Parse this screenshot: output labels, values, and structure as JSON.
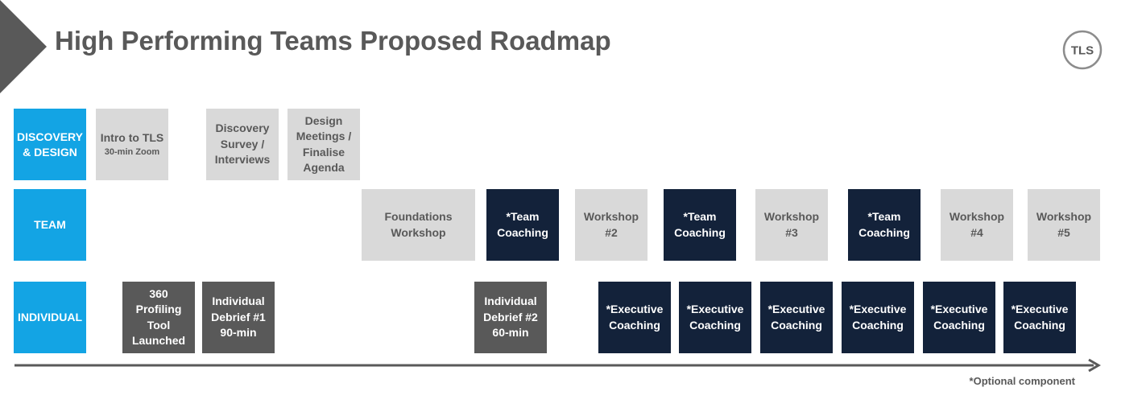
{
  "header": {
    "title": "High Performing Teams Proposed Roadmap",
    "logo_text": "TLS"
  },
  "colors": {
    "label": "#13a4e4",
    "light": "#d9d9d9",
    "navy": "#13223a",
    "dark_grey": "#595959",
    "title": "#595959"
  },
  "rows": {
    "discovery": "DISCOVERY\n& DESIGN",
    "team": "TEAM",
    "individual": "INDIVIDUAL"
  },
  "discovery": {
    "intro": "Intro to TLS",
    "intro_sub": "30-min Zoom",
    "survey": "Discovery\nSurvey /\nInterviews",
    "design": "Design\nMeetings /\nFinalise\nAgenda"
  },
  "team": {
    "foundations": "Foundations\nWorkshop",
    "coaching_1": "*Team\nCoaching",
    "workshop_2": "Workshop\n#2",
    "coaching_2": "*Team\nCoaching",
    "workshop_3": "Workshop\n#3",
    "coaching_3": "*Team\nCoaching",
    "workshop_4": "Workshop\n#4",
    "workshop_5": "Workshop\n#5"
  },
  "individual": {
    "profiling": "360\nProfiling\nTool\nLaunched",
    "debrief_1": "Individual\nDebrief #1\n90-min",
    "debrief_2": "Individual\nDebrief #2\n60-min",
    "exec_1": "*Executive\nCoaching",
    "exec_2": "*Executive\nCoaching",
    "exec_3": "*Executive\nCoaching",
    "exec_4": "*Executive\nCoaching",
    "exec_5": "*Executive\nCoaching",
    "exec_6": "*Executive\nCoaching"
  },
  "footnote": "*Optional component"
}
